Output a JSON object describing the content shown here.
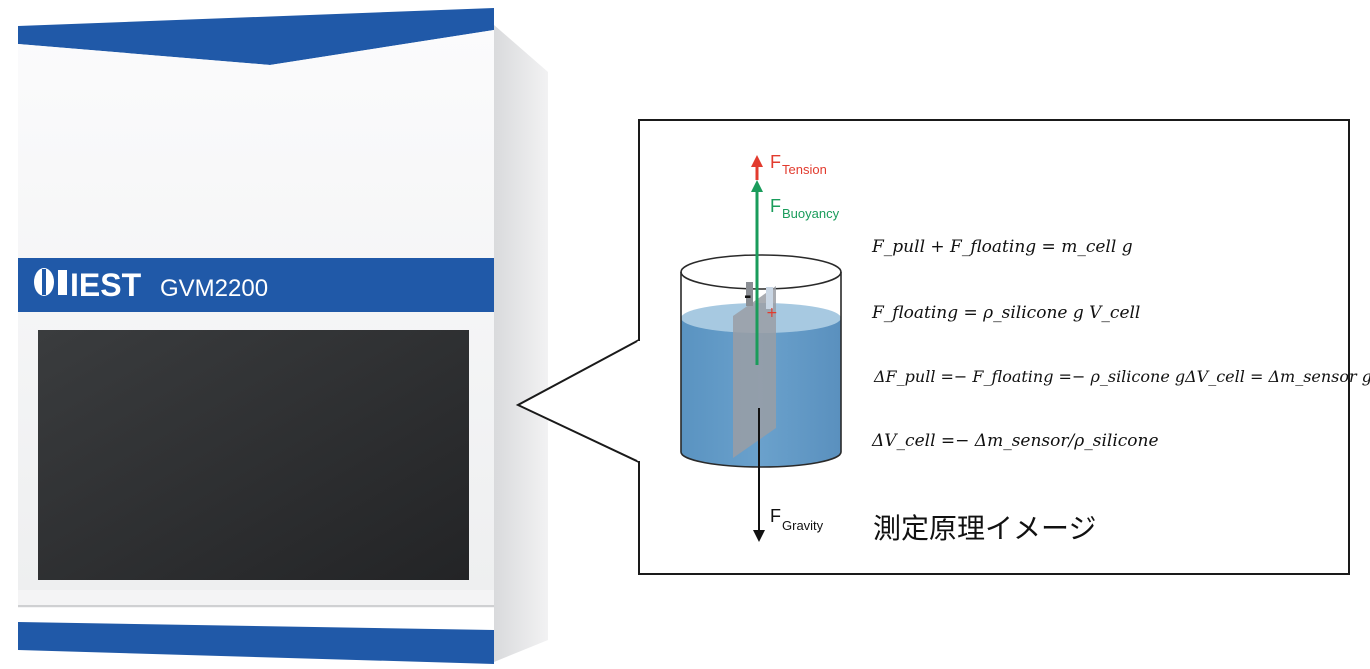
{
  "device": {
    "brand": "IEST",
    "model": "GVM2200"
  },
  "forces": {
    "tension": {
      "label": "F",
      "sub": "Tension",
      "color": "#e23b2e"
    },
    "buoyancy": {
      "label": "F",
      "sub": "Buoyancy",
      "color": "#1a9c5b"
    },
    "gravity": {
      "label": "F",
      "sub": "Gravity",
      "color": "#111111"
    }
  },
  "electrodes": {
    "negative": "-",
    "positive": "+"
  },
  "equations": [
    "F_pull + F_floating = m_cell g",
    "F_floating = ρ_silicone g V_cell",
    "ΔF_pull =− F_floating =− ρ_silicone gΔV_cell = Δm_sensor g",
    "ΔV_cell =− Δm_sensor/ρ_silicone"
  ],
  "caption": "測定原理イメージ",
  "colors": {
    "brand_blue": "#2059a8",
    "screen": "#2d2f31",
    "liquid": "#5f97c4",
    "liquid_top": "#9fc4de"
  }
}
